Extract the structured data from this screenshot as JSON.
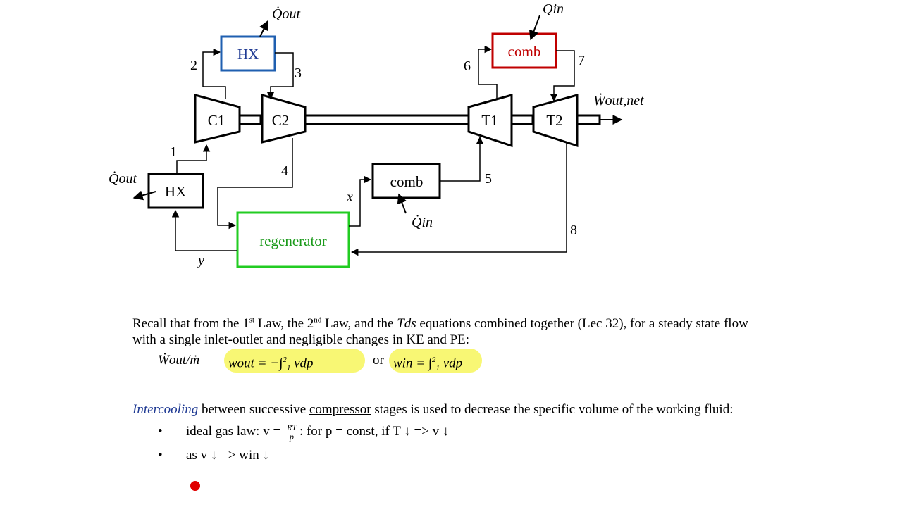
{
  "diagram": {
    "q_out_top": "Q̇out",
    "hx_top": "HX",
    "q_in_top": "Qin",
    "comb_top": "comb",
    "c1": "C1",
    "c2": "C2",
    "t1": "T1",
    "t2": "T2",
    "w_out_net": "Ẇout,net",
    "hx_left": "HX",
    "q_out_left": "Q̇out",
    "comb_mid": "comb",
    "q_in_mid": "Q̇in",
    "regenerator": "regenerator",
    "state_1": "1",
    "state_2": "2",
    "state_3": "3",
    "state_4": "4",
    "state_5": "5",
    "state_6": "6",
    "state_7": "7",
    "state_8": "8",
    "state_x": "x",
    "state_y": "y",
    "colors": {
      "hx_top_border": "#1f5fb0",
      "hx_top_text": "#1f3a93",
      "comb_top_border": "#c00000",
      "comb_top_text": "#c00000",
      "regen_border": "#22cc22",
      "regen_text": "#1a9a1a"
    }
  },
  "notes": {
    "recall_a": "Recall that from the 1",
    "sup_st": "st",
    "recall_b": " Law, the 2",
    "sup_nd": "nd",
    "recall_c": " Law, and the ",
    "tds": "Tds",
    "recall_d": " equations combined together (Lec 32), for a steady state flow with a single inlet-outlet and negligible changes in KE and PE:",
    "eq_left": "Ẇout/ṁ = ",
    "eq_wout": "wout = −∫",
    "eq_vdp1": " vdp",
    "or": "or",
    "eq_win": "win = ∫",
    "eq_vdp2": " vdp",
    "lim_hi": "2",
    "lim_lo": "1",
    "intercooling": "Intercooling",
    "ic_a": " between successive ",
    "compressor": "compressor",
    "ic_b": " stages is used to decrease the specific volume of the working fluid:",
    "bullet_char": "•",
    "b1_a": "ideal gas law:  v = ",
    "b1_num": "RT",
    "b1_den": "p",
    "b1_b": ":   for p = const, if T ↓ => v ↓",
    "b2": "as v ↓ => win ↓"
  },
  "highlight_color": "#f8f76d",
  "pointer_color": "#e00000"
}
